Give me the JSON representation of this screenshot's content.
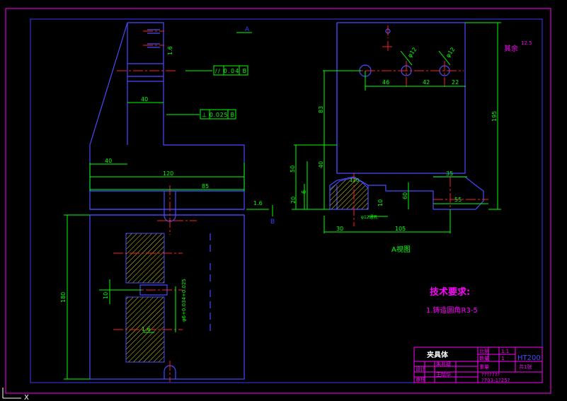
{
  "colors": {
    "background": "#000000",
    "frame": "#ff00ff",
    "border": "#3a3aff",
    "outline": "#4a4aff",
    "dimension": "#00ff00",
    "centerline": "#ff2020",
    "hatch": "#e0e000",
    "title_text": "#ff00ff",
    "white_text": "#ffffff"
  },
  "section_marker": "A",
  "left_view": {
    "roughness_top": "1.6",
    "parallel_tolerance": "// 0.04 B",
    "perp_tolerance": "⊥ 0.025 B",
    "dim_40_mid": "40",
    "dim_40_left": "40",
    "dim_120": "120",
    "dim_85": "85",
    "roughness_right": "1.6",
    "datum_b": "B",
    "dim_180": "180",
    "dim_10": "10",
    "dim_bore": "φ6+0.034+0.025",
    "roughness_lower": "1.6"
  },
  "right_view": {
    "dim_phi12_a": "φ12",
    "dim_phi12_b": "φ12",
    "roughness_rest": "其余",
    "roughness_rest_value": "12.5",
    "dim_46": "46",
    "dim_42": "42",
    "dim_22": "22",
    "dim_83": "83",
    "dim_195": "195",
    "dim_50": "50",
    "dim_40": "40",
    "dim_120_small": "120",
    "dim_35": "35",
    "dim_20": "20",
    "dim_6": "6",
    "dim_10": "10",
    "dim_60": "60",
    "dim_55": "55",
    "dim_phi_note": "φ12通孔",
    "dim_30": "30",
    "dim_105": "105",
    "view_label": "A视图"
  },
  "notes": {
    "title": "技术要求:",
    "item1": "1.铸造圆角R3-5"
  },
  "title_block": {
    "part_name": "夹具体",
    "scale_label": "比例",
    "scale_value": "1:1",
    "qty_label": "数量",
    "qty_value": "1",
    "material": "HT200",
    "weight_label": "重量",
    "sheet": "共1张",
    "row_design": "设计",
    "row_check": "审核",
    "design_name": "朱兆斌",
    "check_name": "王晓华",
    "code1": "???????",
    "code2": "?703-1?25?"
  },
  "ucs_label": "X"
}
